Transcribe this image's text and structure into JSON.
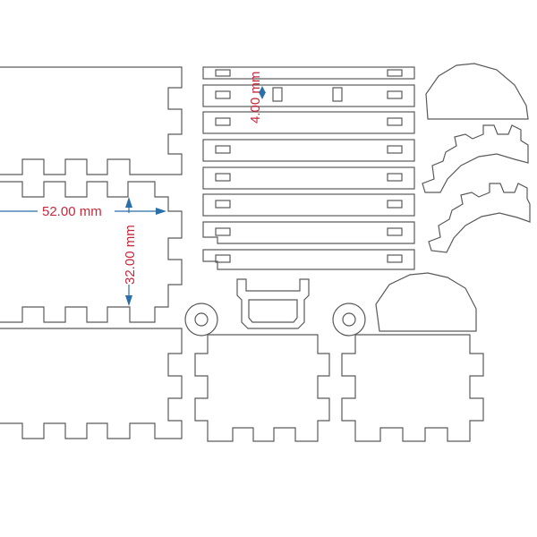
{
  "dimensions": {
    "width_label": "52.00 mm",
    "height_label": "32.00 mm",
    "thickness_label": "4.00 mm"
  },
  "colors": {
    "cut_line": "#5a5a5a",
    "dimension_line": "#2a6fa8",
    "dimension_text": "#c8283c"
  }
}
